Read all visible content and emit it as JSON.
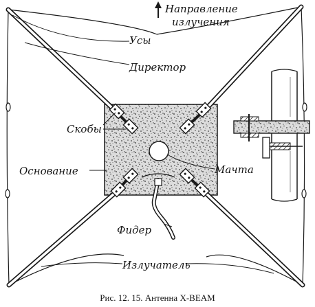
{
  "labels": {
    "direction_line1": "Направление",
    "direction_line2": "излучения",
    "whiskers": "Усы",
    "director": "Директор",
    "brackets": "Скобы",
    "base": "Основание",
    "mast": "Мачта",
    "feeder": "Фидер",
    "radiator": "Излучатель"
  },
  "caption": "Рис. 12. 15. Антенна X-BEAM",
  "icons": {
    "direction": "arrow-up-icon"
  }
}
